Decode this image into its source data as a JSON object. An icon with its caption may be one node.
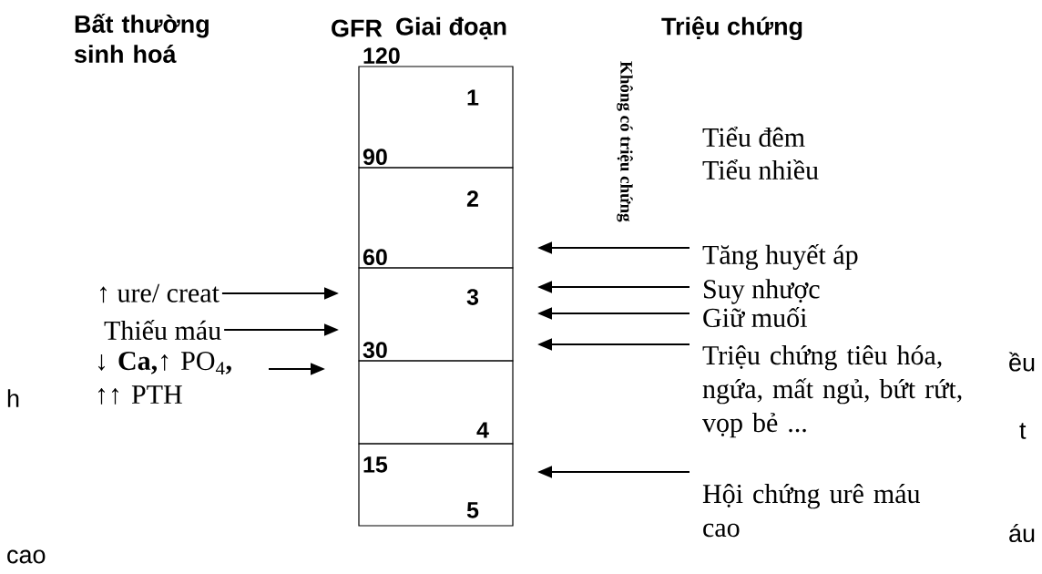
{
  "diagram": {
    "nodes": [
      {
        "text": [
          "1"
        ]
      },
      {
        "text": [
          "2"
        ]
      },
      {
        "text": [
          "3"
        ]
      },
      {
        "text": [
          "4"
        ]
      },
      {
        "text": [
          "5"
        ]
      },
      {
        "text": [
          "↑ ure/ creat"
        ]
      },
      {
        "text": [
          "Thiếu máu"
        ]
      },
      {
        "text": [
          "↓ **Ca,**↑ PO$_{4}$**,** ↑↑ PTH"
        ]
      },
      {
        "text": [
          "Tăng huyết áp"
        ]
      },
      {
        "text": [
          "Suy nhược"
        ]
      },
      {
        "text": [
          "Giữ muối"
        ]
      },
      {
        "text": [
          "Triệu chứng tiêu hóa, ngứa, mất ngủ, bứt rứt, vọp bẻ ..."
        ]
      },
      {
        "text": [
          "Hội chứng urê máu cao"
        ]
      }
    ],
    "edges": [
      {
        "from": 5,
        "to": 2,
        "arrow": "to"
      },
      {
        "from": 6,
        "to": 2,
        "arrow": "to"
      },
      {
        "from": 7,
        "to": 3,
        "arrow": "to"
      },
      {
        "from": 8,
        "to": 1,
        "arrow": "to"
      },
      {
        "from": 9,
        "to": 2,
        "arrow": "to"
      },
      {
        "from": 10,
        "to": 2,
        "arrow": "to"
      },
      {
        "from": 11,
        "to": 2,
        "arrow": "to"
      },
      {
        "from": 12,
        "to": 4,
        "arrow": "to"
      }
    ],
    "labels": [
      "Bất thường sinh hoá",
      "GFR",
      "Giai đoạn",
      "Triệu chứng",
      "120",
      "Không có triệu chứng",
      "Tiểu đêm",
      "90",
      "Tiểu nhiều",
      "60",
      "ều",
      "30",
      "h",
      "t",
      "15",
      "áu",
      "cao"
    ]
  }
}
